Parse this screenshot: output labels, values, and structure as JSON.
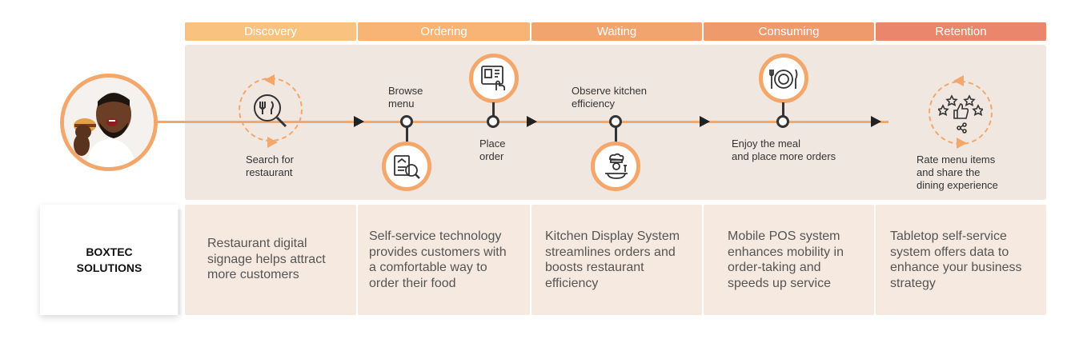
{
  "stages": [
    {
      "name": "Discovery",
      "color": "#f9c27e"
    },
    {
      "name": "Ordering",
      "color": "#f7b474"
    },
    {
      "name": "Waiting",
      "color": "#f2a46e"
    },
    {
      "name": "Consuming",
      "color": "#ee9a6d"
    },
    {
      "name": "Retention",
      "color": "#e9866b"
    }
  ],
  "steps": {
    "search": "Search for\nrestaurant",
    "browse": "Browse\nmenu",
    "place": "Place\norder",
    "observe": "Observe kitchen\nefficiency",
    "enjoy": "Enjoy the meal\nand place more orders",
    "rate": "Rate menu items\nand share the\ndining experience"
  },
  "descriptions": [
    "Restaurant digital\nsignage helps attract\nmore customers",
    "Self-service technology\nprovides customers with\na comfortable way to\norder their food",
    "Kitchen Display System\nstreamlines orders and\nboosts restaurant\nefficiency",
    "Mobile POS system\nenhances mobility in\norder-taking and\nspeeds up service",
    "Tabletop self-service\nsystem offers data to\nenhance your business\nstrategy"
  ],
  "brand": "BOXTEC\nSOLUTIONS",
  "icons": {
    "avatar": "customer-eating-burger",
    "search": "utensils-search-icon",
    "browse": "menu-search-icon",
    "place": "kiosk-touch-icon",
    "observe": "chef-cooking-icon",
    "enjoy": "plate-cutlery-icon",
    "rate": "stars-thumbs-up-share-icon"
  },
  "colors": {
    "accent": "#f4a76b",
    "line": "#333333"
  }
}
